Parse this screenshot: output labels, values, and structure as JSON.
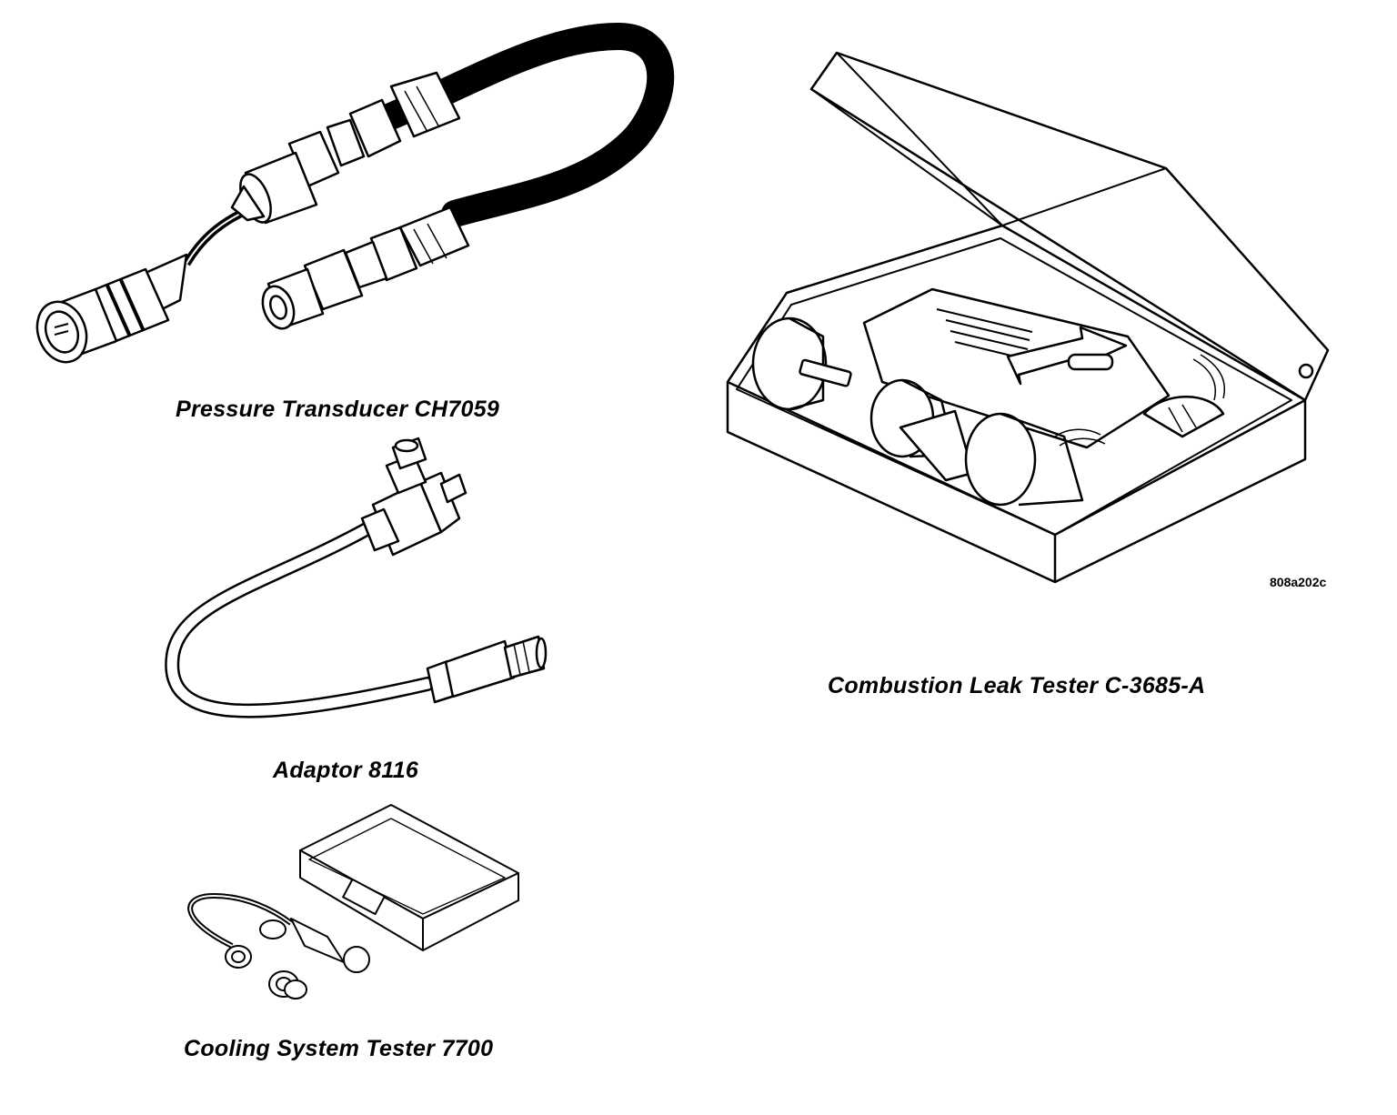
{
  "captions": {
    "transducer": "Pressure Transducer CH7059",
    "adaptor": "Adaptor 8116",
    "cooling": "Cooling System Tester 7700",
    "leak": "Combustion Leak Tester C-3685-A"
  },
  "figure_code": "808a202c",
  "colors": {
    "line": "#000000",
    "background": "#ffffff"
  }
}
